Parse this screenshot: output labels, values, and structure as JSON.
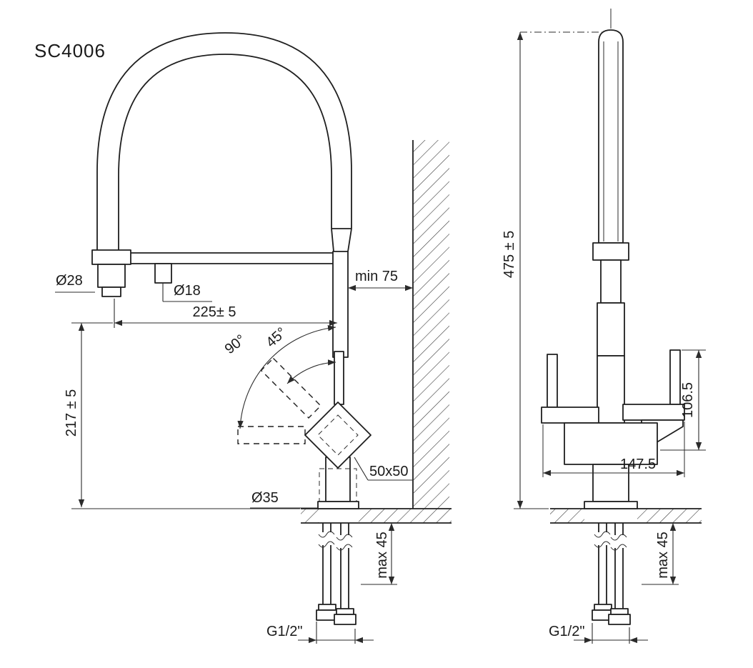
{
  "title": "SC4006",
  "front": {
    "d28": "Ø28",
    "d18": "Ø18",
    "span225": "225± 5",
    "min75": "min 75",
    "deg90": "90°",
    "deg45": "45°",
    "h217": "217 ± 5",
    "sq": "50x50",
    "d35": "Ø35",
    "max45": "max 45",
    "thread": "G1/2\""
  },
  "side": {
    "h475": "475 ± 5",
    "h106": "106.5",
    "w147": "147.5",
    "max45": "max 45",
    "thread": "G1/2\""
  },
  "colors": {
    "line": "#1f1f1f",
    "background": "#ffffff"
  }
}
